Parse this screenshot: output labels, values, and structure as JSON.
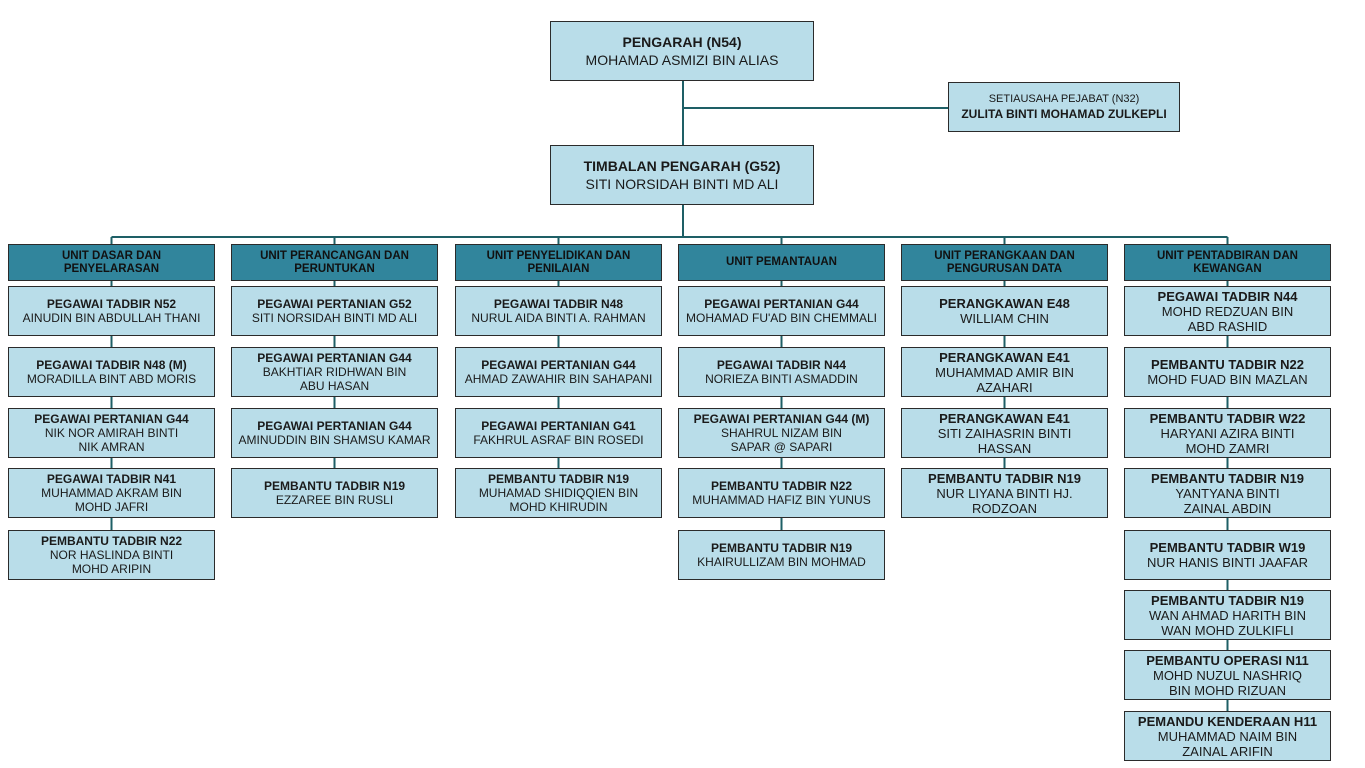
{
  "director": {
    "title": "PENGARAH (N54)",
    "name": "MOHAMAD  ASMIZI  BIN  ALIAS"
  },
  "secretary": {
    "title": "SETIAUSAHA  PEJABAT  (N32)",
    "name": "ZULITA BINTI MOHAMAD ZULKEPLI"
  },
  "deputy": {
    "title": "TIMBALAN PENGARAH (G52)",
    "name": "SITI NORSIDAH BINTI MD ALI"
  },
  "units": [
    {
      "name": "UNIT  DASAR  DAN\nPENYELARASAN",
      "staff": [
        {
          "title": "PEGAWAI  TADBIR  N52",
          "name": "AINUDIN BIN ABDULLAH THANI"
        },
        {
          "title": "PEGAWAI  TADBIR  N48 (M)",
          "name": "MORADILLA  BINT ABD MORIS"
        },
        {
          "title": "PEGAWAI  PERTANIAN  G44",
          "name": "NIK NOR AMIRAH  BINTI\nNIK AMRAN"
        },
        {
          "title": "PEGAWAI  TADBIR  N41",
          "name": "MUHAMMAD  AKRAM  BIN\nMOHD JAFRI"
        },
        {
          "title": "PEMBANTU  TADBIR  N22",
          "name": "NOR HASLINDA BINTI\nMOHD ARIPIN"
        }
      ]
    },
    {
      "name": "UNIT  PERANCANGAN  DAN\nPERUNTUKAN",
      "staff": [
        {
          "title": "PEGAWAI  PERTANIAN  G52",
          "name": "SITI  NORSIDAH BINTI MD ALI"
        },
        {
          "title": "PEGAWAI  PERTANIAN  G44",
          "name": "BAKHTIAR  RIDHWAN BIN\nABU HASAN"
        },
        {
          "title": "PEGAWAI  PERTANIAN  G44",
          "name": "AMINUDDIN  BIN  SHAMSU  KAMAR"
        },
        {
          "title": "PEMBANTU  TADBIR  N19",
          "name": "EZZAREE  BIN  RUSLI"
        }
      ]
    },
    {
      "name": "UNIT  PENYELIDIKAN  DAN\nPENILAIAN",
      "staff": [
        {
          "title": "PEGAWAI  TADBIR  N48",
          "name": "NURUL AIDA  BINTI  A.  RAHMAN"
        },
        {
          "title": "PEGAWAI  PERTANIAN  G44",
          "name": "AHMAD  ZAWAHIR  BIN  SAHAPANI"
        },
        {
          "title": "PEGAWAI  PERTANIAN  G41",
          "name": "FAKHRUL  ASRAF  BIN  ROSEDI"
        },
        {
          "title": "PEMBANTU  TADBIR  N19",
          "name": "MUHAMAD  SHIDIQQIEN  BIN\nMOHD  KHIRUDIN"
        }
      ]
    },
    {
      "name": "UNIT  PEMANTAUAN",
      "staff": [
        {
          "title": "PEGAWAI  PERTANIAN  G44",
          "name": "MOHAMAD  FU'AD  BIN  CHEMMALI"
        },
        {
          "title": "PEGAWAI  TADBIR  N44",
          "name": "NORIEZA  BINTI  ASMADDIN"
        },
        {
          "title": "PEGAWAI  PERTANIAN  G44 (M)",
          "name": "SHAHRUL  NIZAM  BIN\nSAPAR  @  SAPARI"
        },
        {
          "title": "PEMBANTU  TADBIR  N22",
          "name": "MUHAMMAD  HAFIZ  BIN  YUNUS"
        },
        {
          "title": "PEMBANTU  TADBIR  N19",
          "name": "KHAIRULLIZAM  BIN  MOHMAD"
        }
      ]
    },
    {
      "name": "UNIT  PERANGKAAN  DAN\nPENGURUSAN  DATA",
      "staff": [
        {
          "title": "PERANGKAWAN  E48",
          "name": "WILLIAM  CHIN"
        },
        {
          "title": "PERANGKAWAN  E41",
          "name": "MUHAMMAD  AMIR  BIN\nAZAHARI"
        },
        {
          "title": "PERANGKAWAN  E41",
          "name": "SITI  ZAIHASRIN  BINTI\nHASSAN"
        },
        {
          "title": "PEMBANTU  TADBIR  N19",
          "name": "NUR  LIYANA  BINTI  HJ.\nRODZOAN"
        }
      ]
    },
    {
      "name": "UNIT  PENTADBIRAN  DAN\nKEWANGAN",
      "staff": [
        {
          "title": "PEGAWAI  TADBIR  N44",
          "name": "MOHD  REDZUAN  BIN\nABD  RASHID"
        },
        {
          "title": "PEMBANTU  TADBIR  N22",
          "name": "MOHD  FUAD  BIN  MAZLAN"
        },
        {
          "title": "PEMBANTU  TADBIR  W22",
          "name": "HARYANI  AZIRA  BINTI\nMOHD  ZAMRI"
        },
        {
          "title": "PEMBANTU  TADBIR  N19",
          "name": "YANTYANA   BINTI\nZAINAL  ABDIN"
        },
        {
          "title": "PEMBANTU  TADBIR  W19",
          "name": "NUR HANIS  BINTI  JAAFAR"
        },
        {
          "title": "PEMBANTU  TADBIR  N19",
          "name": "WAN  AHMAD  HARITH  BIN\nWAN  MOHD  ZULKIFLI"
        },
        {
          "title": "PEMBANTU  OPERASI  N11",
          "name": "MOHD  NUZUL NASHRIQ\nBIN  MOHD  RIZUAN"
        },
        {
          "title": "PEMANDU  KENDERAAN  H11",
          "name": "MUHAMMAD  NAIM  BIN\nZAINAL  ARIFIN"
        }
      ]
    }
  ]
}
